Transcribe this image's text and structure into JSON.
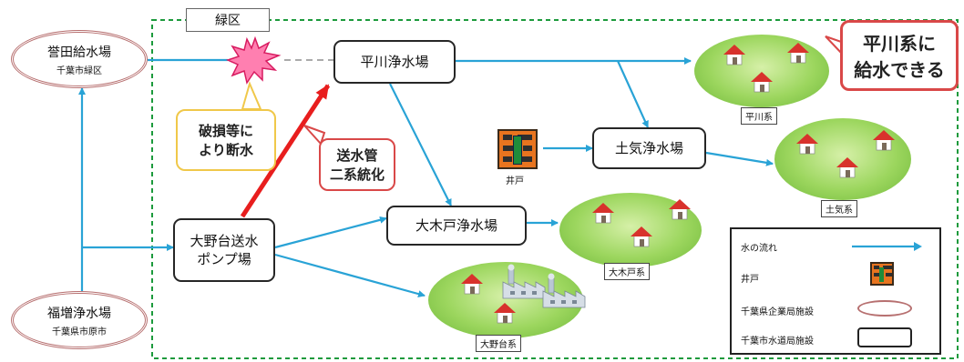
{
  "district_label": "緑区",
  "facilities": {
    "kashida": {
      "name": "誉田給水場",
      "sub": "千葉市緑区"
    },
    "fukuzawa": {
      "name": "福増浄水場",
      "sub": "千葉県市原市"
    },
    "hirakawa": {
      "name": "平川浄水場"
    },
    "oonodai": {
      "name": "大野台送水\nポンプ場"
    },
    "toke": {
      "name": "土気浄水場"
    },
    "ookido": {
      "name": "大木戸浄水場"
    }
  },
  "well_label": "井戸",
  "areas": {
    "hirakawa": "平川系",
    "toke": "土気系",
    "ookido": "大木戸系",
    "oonodai": "大野台系"
  },
  "callouts": {
    "damage": "破損等に\nより断水",
    "dual": "送水管\n二系統化",
    "supply": "平川系に\n給水できる"
  },
  "legend": {
    "flow": "水の流れ",
    "well": "井戸",
    "pref": "千葉県企業局施設",
    "city": "千葉市水道局施設"
  },
  "colors": {
    "flow": "#29a3d6",
    "dual": "#e81e1e",
    "burst": "#ff7fb0",
    "callout_red": "#d94848",
    "callout_yellow": "#f0c84a",
    "area_green": "#9cd65e",
    "district_dash": "#1c9a3c"
  }
}
